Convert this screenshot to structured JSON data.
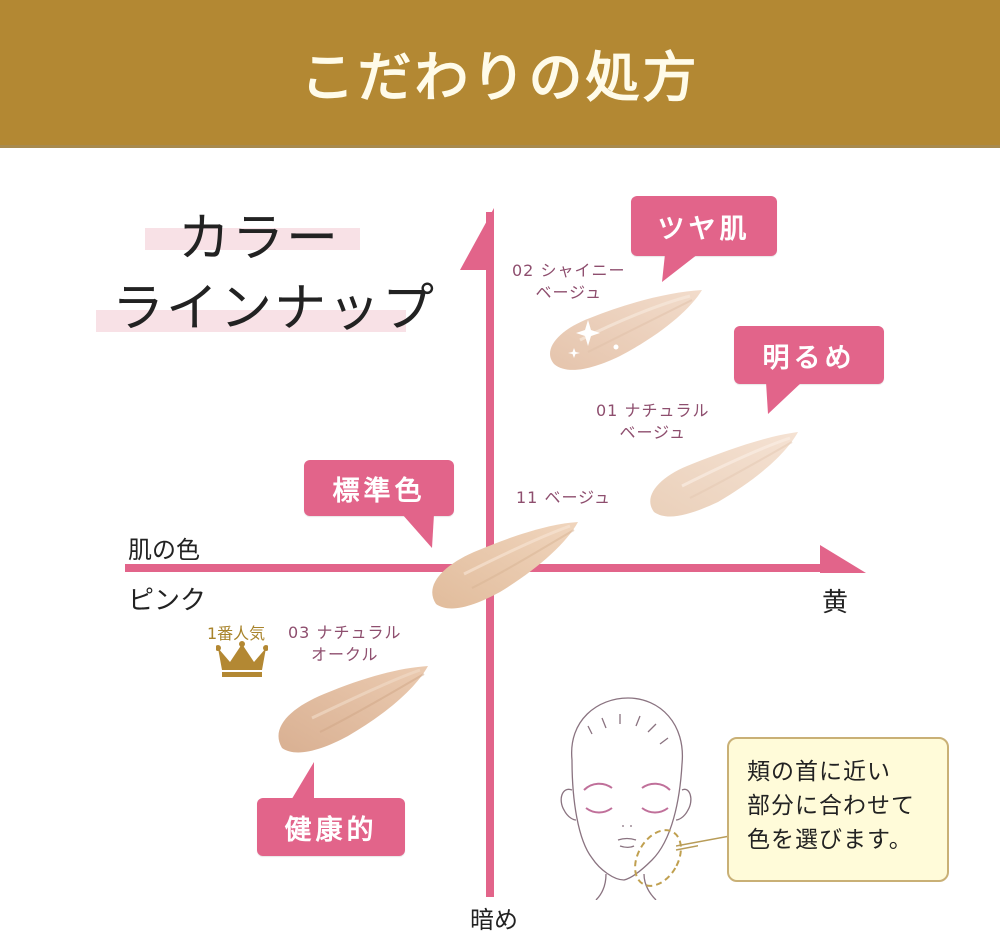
{
  "header": {
    "title": "こだわりの処方",
    "background_color": "#b38833"
  },
  "lineup_title": {
    "line1": "カラー",
    "line2": "ラインナップ",
    "highlight_color": "#f8e1e6"
  },
  "axes": {
    "color": "#e2648a",
    "horizontal_label_top": "肌の色",
    "horizontal_left": "ピンク",
    "horizontal_right": "黄",
    "vertical_bottom": "暗め"
  },
  "bubbles": {
    "glossy": "ツヤ肌",
    "bright": "明るめ",
    "standard": "標準色",
    "healthy": "健康的"
  },
  "products": [
    {
      "code": "02",
      "name_line1": "02 シャイニー",
      "name_line2": "ベージュ",
      "swatch_color": "#ecd0bd"
    },
    {
      "code": "01",
      "name_line1": "01 ナチュラル",
      "name_line2": "ベージュ",
      "swatch_color": "#f0d6c2"
    },
    {
      "code": "11",
      "name_line1": "11 ベージュ",
      "name_line2": "",
      "swatch_color": "#e9c9ab"
    },
    {
      "code": "03",
      "name_line1": "03 ナチュラル",
      "name_line2": "オークル",
      "swatch_color": "#e0b99c"
    }
  ],
  "ranking": {
    "label": "1番人気",
    "icon": "crown-icon",
    "color": "#b38833"
  },
  "note": {
    "line1": "頬の首に近い",
    "line2": "部分に合わせて",
    "line3": "色を選びます。"
  }
}
